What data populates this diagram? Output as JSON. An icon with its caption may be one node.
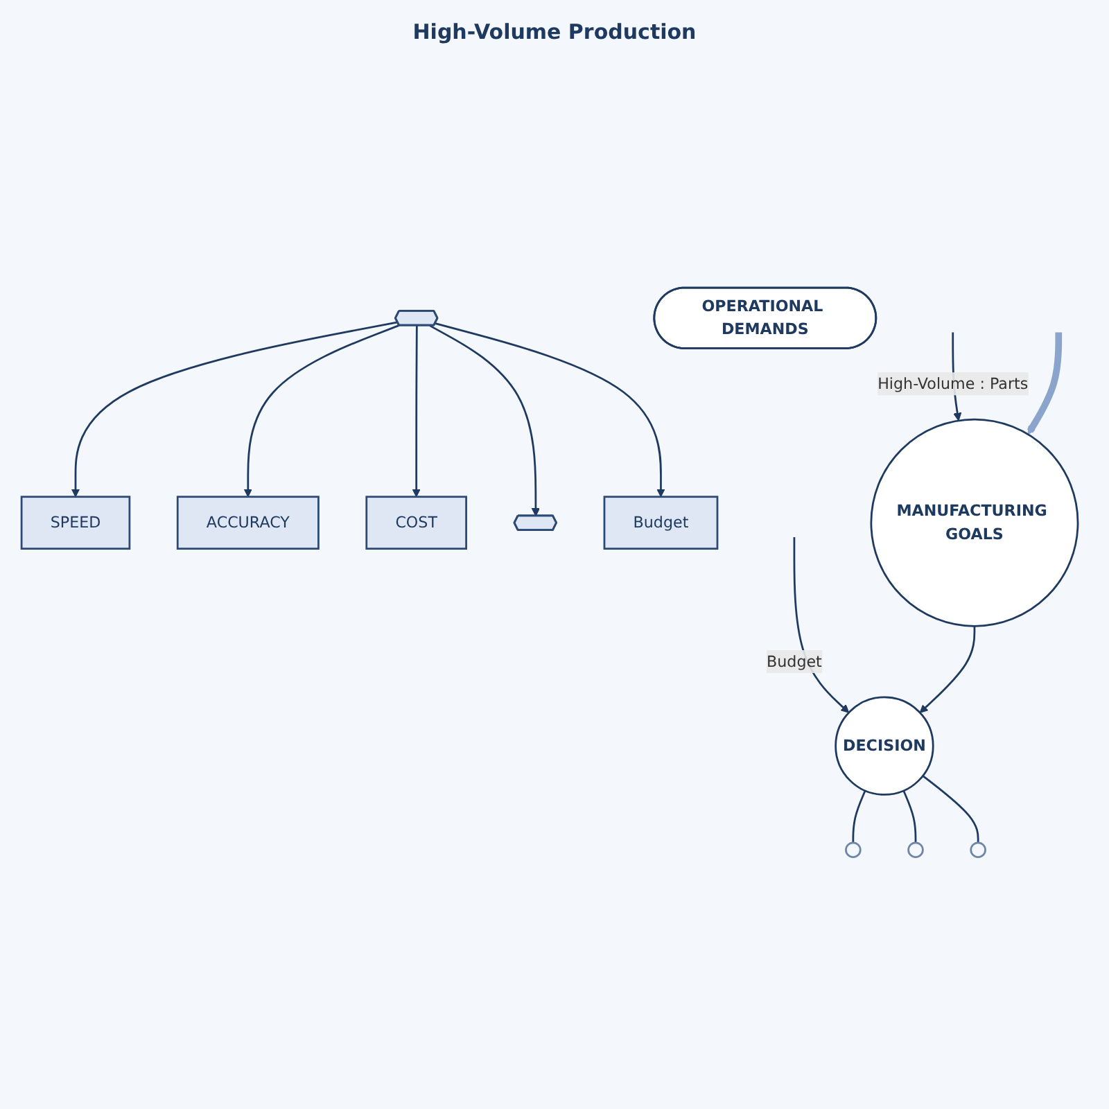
{
  "diagram": {
    "nodes": [
      {
        "text": [],
        "shape": "box"
      },
      {
        "text": [
          "SPEED"
        ]
      },
      {
        "text": [
          "ACCURACY"
        ]
      },
      {
        "text": [
          "COST"
        ]
      },
      {
        "text": [],
        "shape": "box"
      },
      {
        "text": [
          "Budget"
        ]
      },
      {
        "text": [
          "MANUFACTURING GOALS"
        ]
      },
      {
        "text": [
          "DECISION"
        ]
      },
      {
        "text": [],
        "shape": "circle"
      },
      {
        "text": [],
        "shape": "circle"
      },
      {
        "text": [],
        "shape": "circle"
      },
      {
        "text": [
          "OPERATIONAL DEMANDS"
        ]
      }
    ],
    "edges": [
      {
        "from": 0,
        "to": 1,
        "arrow": "to"
      },
      {
        "from": 0,
        "to": 2,
        "arrow": "to"
      },
      {
        "from": 0,
        "to": 3,
        "arrow": "to"
      },
      {
        "from": 0,
        "to": 4,
        "arrow": "to"
      },
      {
        "from": 0,
        "to": 5,
        "arrow": "to"
      },
      {
        "from": null,
        "to": 6,
        "arrow": "to",
        "label": "High-Volume : Parts"
      },
      {
        "from": null,
        "to": 7,
        "arrow": "to",
        "label": "Budget"
      },
      {
        "from": null,
        "to": 6,
        "arrow": "to",
        "style": "thick",
        "color": "#8aa4cc"
      },
      {
        "from": 6,
        "to": 7,
        "arrow": "to"
      },
      {
        "from": 7,
        "to": 8,
        "arrow": "none"
      },
      {
        "from": 7,
        "to": 9,
        "arrow": "none"
      },
      {
        "from": 7,
        "to": 10,
        "arrow": "none"
      }
    ],
    "labels": [
      "High-Volume Production"
    ]
  }
}
